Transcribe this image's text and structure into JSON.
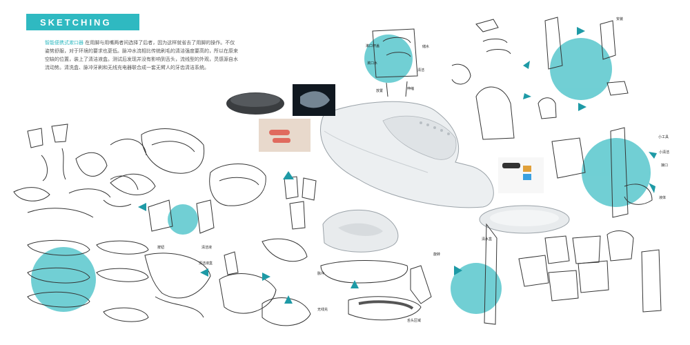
{
  "header": {
    "title": "SKETCHING"
  },
  "intro": {
    "lead": "智能便携式漱口器",
    "body": "在用脚与用嘴两者间选择了后者，因为这样就省去了用脚的操作。不仅姿势舒服，对于环境的要求也更低。脉冲水流相比传统刷毛的清洁强度要高的，所以在原来空缺的位置，装上了清洁液盒。测试后发现并没有影响到舌头，流线型的外观，灵感源自水流动势。清洗盒、脉冲牙刷和无线充电器联合成一套无臂人的牙齿清洁系统。"
  },
  "annotations": {
    "a1": "漱口杯盖",
    "a2": "储水",
    "a3": "漱口水",
    "a4": "清洁",
    "a5": "放置",
    "a6": "伸缩",
    "a7": "安装",
    "a8": "小工具",
    "a9": "小清洁",
    "a10": "接口",
    "a11": "液体",
    "a12": "按钮",
    "a13": "清洁液",
    "a14": "清洁液盒",
    "a15": "脉冲",
    "a16": "无线充",
    "a17": "舌头区域",
    "a18": "旋转",
    "a19": "清水盒"
  },
  "colors": {
    "accent": "#2fb9c1",
    "circle": "#58c7cd",
    "arrow": "#1e9aa6",
    "line": "#333333"
  }
}
